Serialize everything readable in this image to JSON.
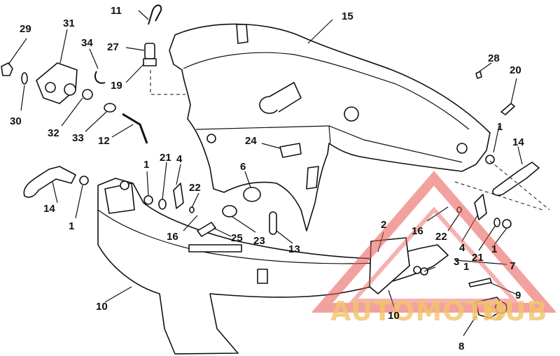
{
  "labels": {
    "l1a": "1",
    "l1b": "1",
    "l1c": "1",
    "l1d": "1",
    "l1e": "1",
    "l2": "2",
    "l3": "3",
    "l4a": "4",
    "l4b": "4",
    "l6": "6",
    "l7": "7",
    "l8": "8",
    "l9": "9",
    "l10a": "10",
    "l10b": "10",
    "l11": "11",
    "l12": "12",
    "l13": "13",
    "l14a": "14",
    "l14b": "14",
    "l15": "15",
    "l16a": "16",
    "l16b": "16",
    "l19": "19",
    "l20": "20",
    "l21a": "21",
    "l21b": "21",
    "l22a": "22",
    "l22b": "22",
    "l23": "23",
    "l24": "24",
    "l25": "25",
    "l27": "27",
    "l28": "28",
    "l29": "29",
    "l30": "30",
    "l31": "31",
    "l32": "32",
    "l33": "33",
    "l34": "34"
  },
  "watermark": {
    "text_left": "AUTOMOTO",
    "text_right": "HUB",
    "color_red": "#e8554f",
    "color_gold": "#f2c46b"
  }
}
